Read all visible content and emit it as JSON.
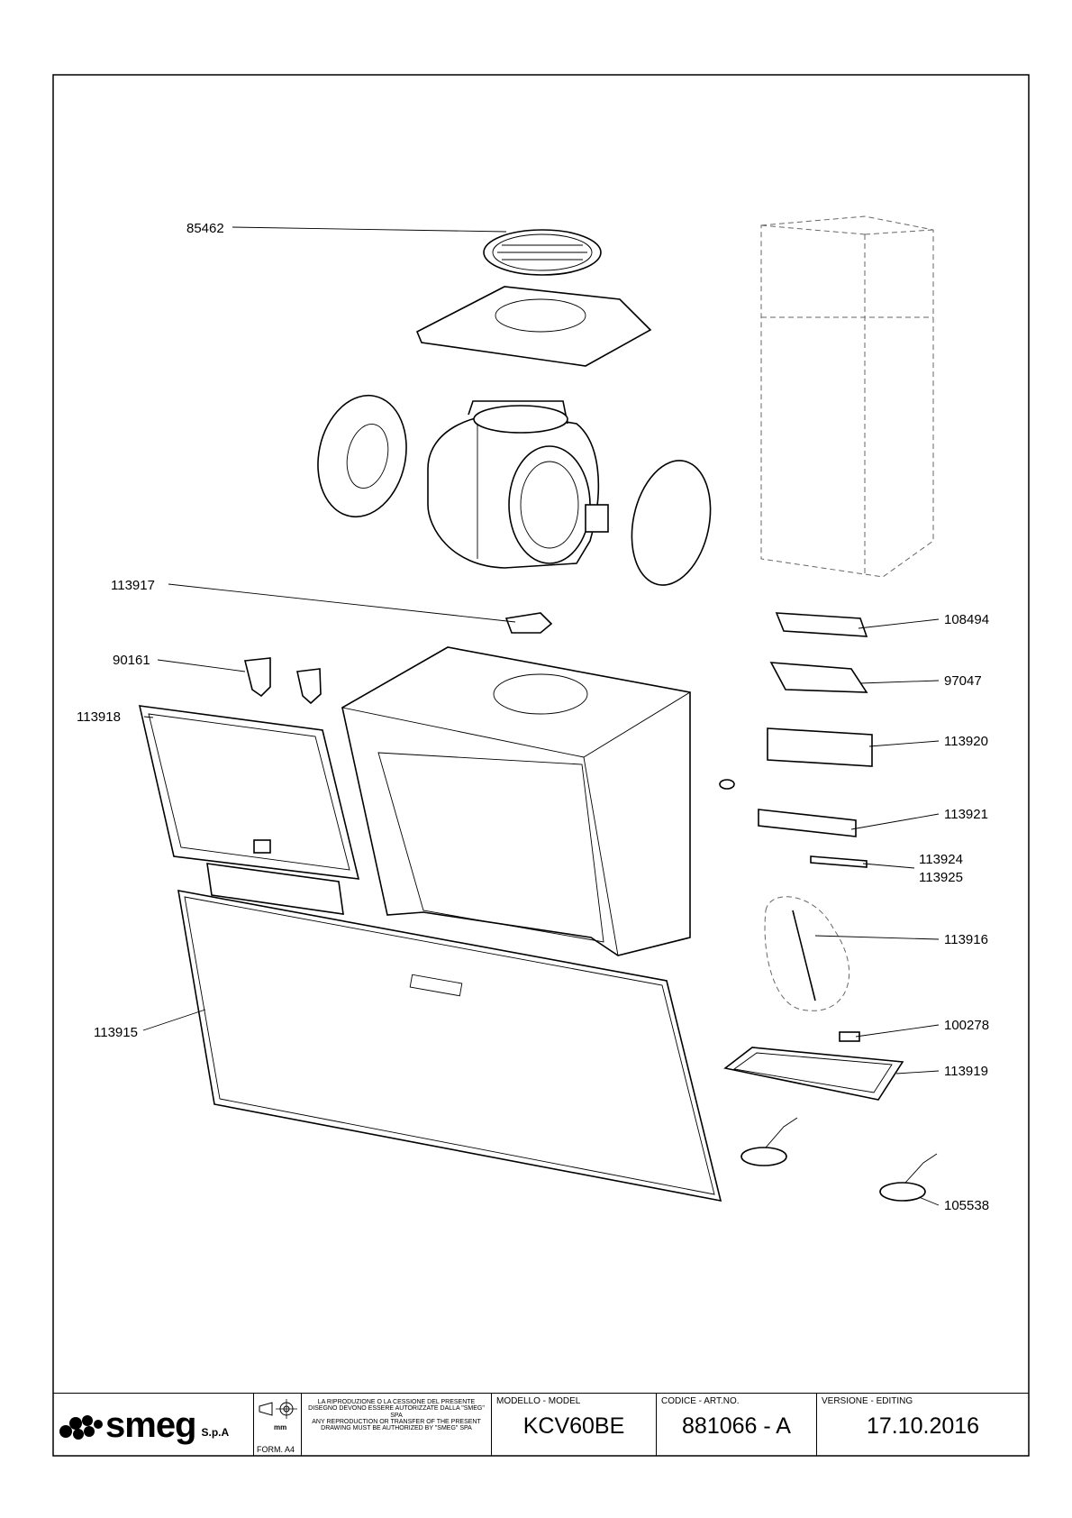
{
  "part_labels": {
    "p85462": "85462",
    "p113917": "113917",
    "p90161": "90161",
    "p113918": "113918",
    "p113915": "113915",
    "p108494": "108494",
    "p97047": "97047",
    "p113920": "113920",
    "p113921": "113921",
    "p113924": "113924",
    "p113925": "113925",
    "p113916": "113916",
    "p100278": "100278",
    "p113919": "113919",
    "p105538": "105538"
  },
  "title_block": {
    "logo": "smeg",
    "logo_suffix": "S.p.A",
    "unit": "mm",
    "form": "FORM. A4",
    "notice_it": "LA RIPRODUZIONE O LA CESSIONE DEL PRESENTE DISEGNO DEVONO ESSERE AUTORIZZATE DALLA \"SMEG\" SPA",
    "notice_en": "ANY REPRODUCTION OR TRANSFER OF THE PRESENT DRAWING MUST BE AUTHORIZED BY \"SMEG\" SPA",
    "model_caption": "MODELLO - MODEL",
    "model": "KCV60BE",
    "code_caption": "CODICE - ART.NO.",
    "code": "881066 - A",
    "version_caption": "VERSIONE - EDITING",
    "version": "17.10.2016"
  }
}
